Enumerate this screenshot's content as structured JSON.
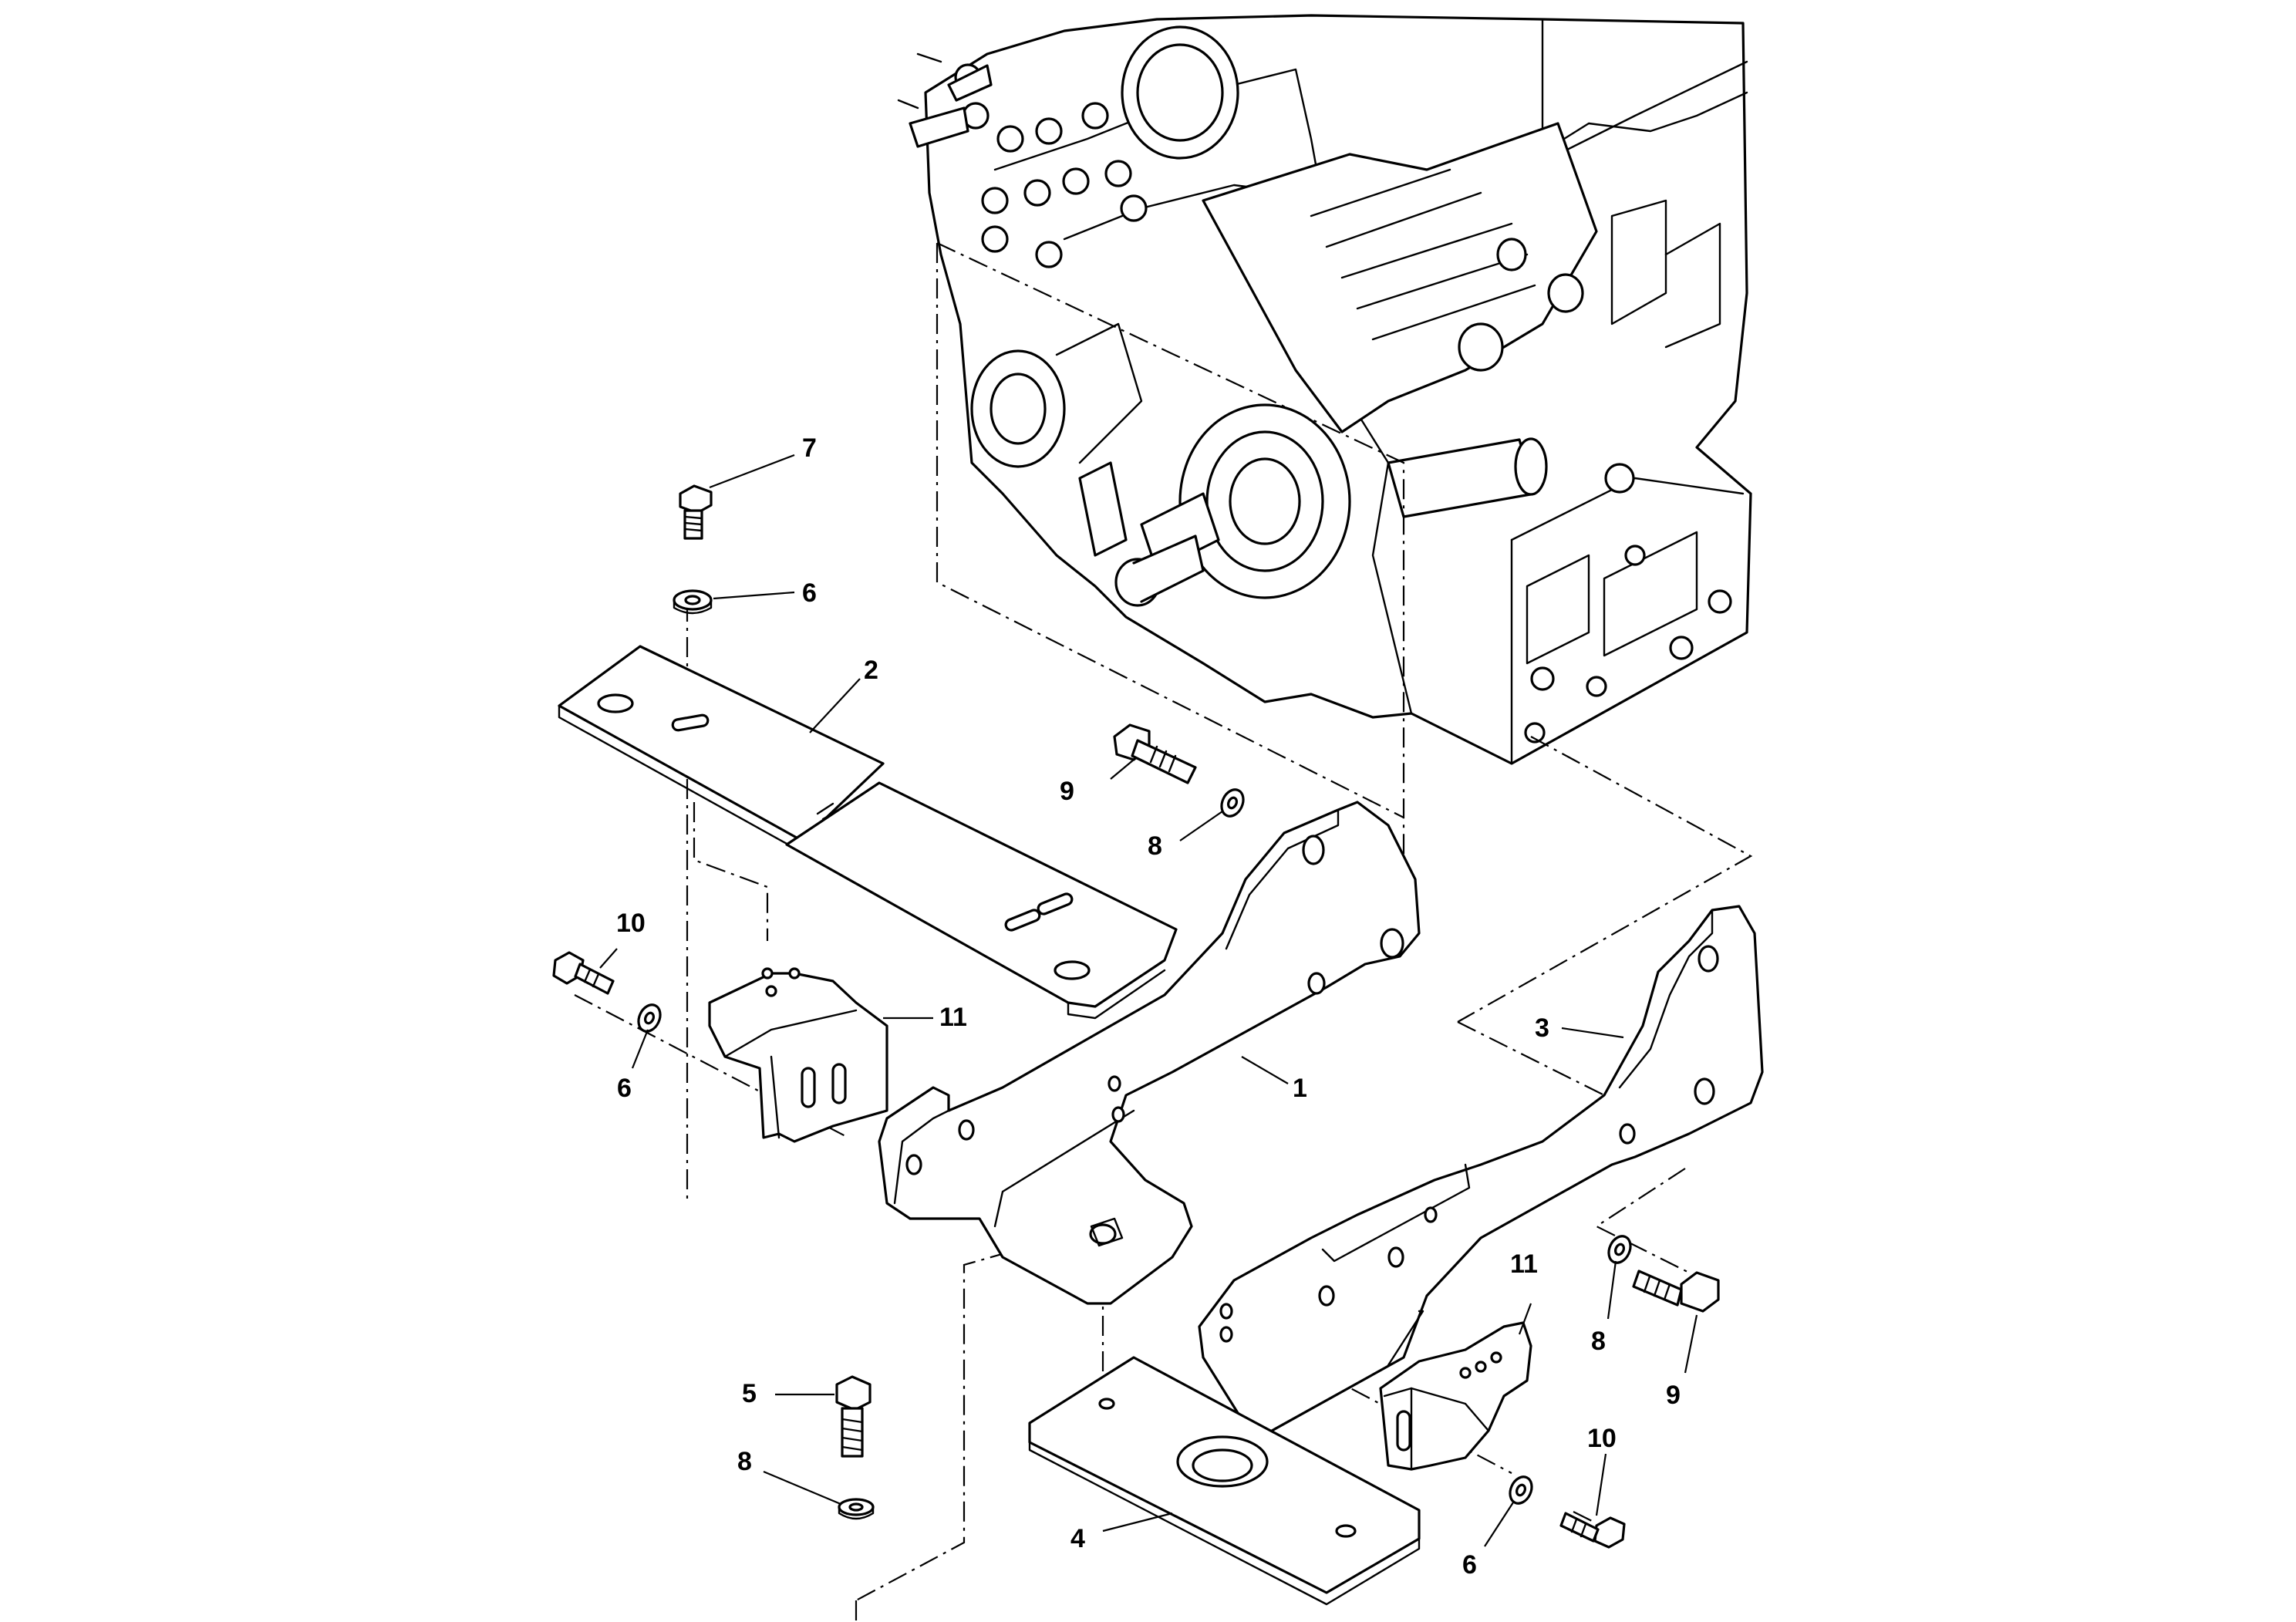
{
  "diagram": {
    "callouts": [
      {
        "id": "c7",
        "label": "7"
      },
      {
        "id": "c6a",
        "label": "6"
      },
      {
        "id": "c2",
        "label": "2"
      },
      {
        "id": "c9a",
        "label": "9"
      },
      {
        "id": "c8a",
        "label": "8"
      },
      {
        "id": "c10a",
        "label": "10"
      },
      {
        "id": "c11a",
        "label": "11"
      },
      {
        "id": "c6b",
        "label": "6"
      },
      {
        "id": "c1",
        "label": "1"
      },
      {
        "id": "c3",
        "label": "3"
      },
      {
        "id": "c11b",
        "label": "11"
      },
      {
        "id": "c8b",
        "label": "8"
      },
      {
        "id": "c9b",
        "label": "9"
      },
      {
        "id": "c5",
        "label": "5"
      },
      {
        "id": "c8c",
        "label": "8"
      },
      {
        "id": "c10b",
        "label": "10"
      },
      {
        "id": "c4",
        "label": "4"
      },
      {
        "id": "c6c",
        "label": "6"
      }
    ]
  }
}
